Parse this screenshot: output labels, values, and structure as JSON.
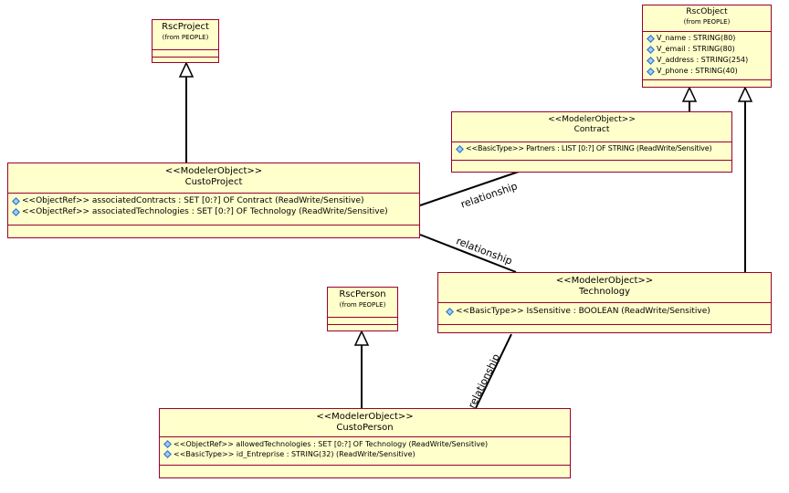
{
  "classes": {
    "rscproject": {
      "name": "RscProject",
      "from": "(from PEOPLE)"
    },
    "rscobject": {
      "name": "RscObject",
      "from": "(from PEOPLE)",
      "attributes": [
        "V_name : STRING(80)",
        "V_email : STRING(80)",
        "V_address : STRING(254)",
        "V_phone : STRING(40)"
      ]
    },
    "contract": {
      "stereotype": "<<ModelerObject>>",
      "name": "Contract",
      "attributes": [
        "<<BasicType>> Partners : LIST [0:?] OF STRING (ReadWrite/Sensitive)"
      ]
    },
    "custoproject": {
      "stereotype": "<<ModelerObject>>",
      "name": "CustoProject",
      "attributes": [
        "<<ObjectRef>> associatedContracts : SET [0:?] OF Contract (ReadWrite/Sensitive)",
        "<<ObjectRef>> associatedTechnologies : SET [0:?] OF Technology (ReadWrite/Sensitive)"
      ]
    },
    "technology": {
      "stereotype": "<<ModelerObject>>",
      "name": "Technology",
      "attributes": [
        "<<BasicType>> IsSensitive : BOOLEAN (ReadWrite/Sensitive)"
      ]
    },
    "rscperson": {
      "name": "RscPerson",
      "from": "(from PEOPLE)"
    },
    "custoperson": {
      "stereotype": "<<ModelerObject>>",
      "name": "CustoPerson",
      "attributes": [
        "<<ObjectRef>> allowedTechnologies : SET [0:?] OF Technology (ReadWrite/Sensitive)",
        "<<BasicType>> id_Entreprise : STRING(32) (ReadWrite/Sensitive)"
      ]
    }
  },
  "relationships": [
    "relationship",
    "relationship",
    "relationship"
  ],
  "colors": {
    "class_fill": "#ffffcc",
    "class_border": "#990033",
    "line": "#000000"
  }
}
